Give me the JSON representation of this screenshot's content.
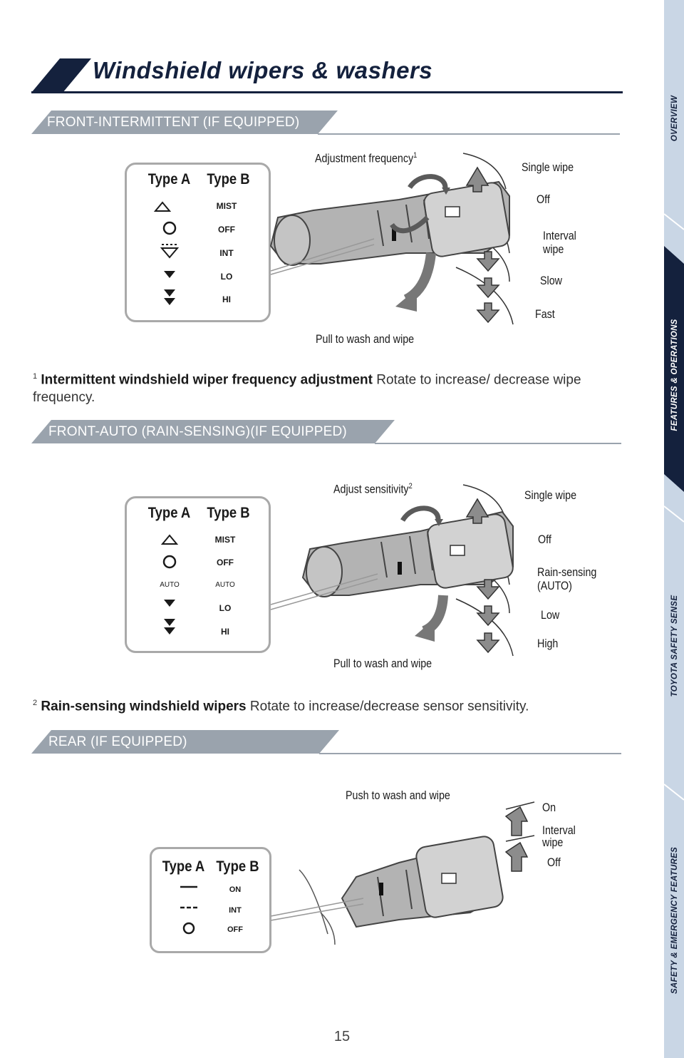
{
  "title": "Windshield wipers & washers",
  "page_number": "15",
  "sidebar_tabs": [
    {
      "label": "OVERVIEW",
      "active": false
    },
    {
      "label": "FEATURES & OPERATIONS",
      "active": true
    },
    {
      "label": "TOYOTA SAFETY SENSE",
      "active": false
    },
    {
      "label": "SAFETY & EMERGENCY FEATURES",
      "active": false
    }
  ],
  "sections": {
    "front_intermittent": {
      "header": "FRONT-INTERMITTENT (IF EQUIPPED)",
      "type_a": "Type A",
      "type_b": "Type B",
      "type_b_labels": [
        "MIST",
        "OFF",
        "INT",
        "LO",
        "HI"
      ],
      "callouts": {
        "adjust": "Adjustment frequency",
        "adjust_sup": "1",
        "single_wipe": "Single wipe",
        "off": "Off",
        "interval_1": "Interval",
        "interval_2": "wipe",
        "slow": "Slow",
        "fast": "Fast",
        "pull": "Pull to wash and wipe"
      },
      "note_sup": "1",
      "note_bold": "Intermittent windshield wiper frequency adjustment",
      "note_text": " Rotate to increase/ decrease wipe frequency."
    },
    "front_auto": {
      "header": "FRONT-AUTO (RAIN-SENSING)(IF EQUIPPED)",
      "type_a": "Type A",
      "type_b": "Type B",
      "type_a_auto": "AUTO",
      "type_b_labels": [
        "MIST",
        "OFF",
        "AUTO",
        "LO",
        "HI"
      ],
      "callouts": {
        "adjust": "Adjust sensitivity",
        "adjust_sup": "2",
        "single_wipe": "Single wipe",
        "off": "Off",
        "rain_1": "Rain-sensing",
        "rain_2": "(AUTO)",
        "low": "Low",
        "high": "High",
        "pull": "Pull to wash and wipe"
      },
      "note_sup": "2",
      "note_bold": "Rain-sensing windshield wipers",
      "note_text": " Rotate to increase/decrease sensor sensitivity."
    },
    "rear": {
      "header": "REAR (IF EQUIPPED)",
      "type_a": "Type A",
      "type_b": "Type B",
      "type_b_labels": [
        "ON",
        "INT",
        "OFF"
      ],
      "callouts": {
        "push": "Push to wash and wipe",
        "on": "On",
        "interval_1": "Interval",
        "interval_2": "wipe",
        "off": "Off"
      }
    }
  },
  "colors": {
    "navy": "#14213d",
    "sidebar": "#c9d6e5",
    "section_gray": "#9aa3ad",
    "stalk_gray": "#a9a9a9",
    "arrow_gray": "#8c8c8c"
  },
  "icons": [
    "triangle-mist-icon",
    "circle-off-icon",
    "wiper-int-icon",
    "down-arrow-lo-icon",
    "double-down-arrow-hi-icon",
    "rotate-arrow-icon",
    "up-arrow-icon",
    "down-arrow-icon",
    "pull-arrow-icon"
  ]
}
